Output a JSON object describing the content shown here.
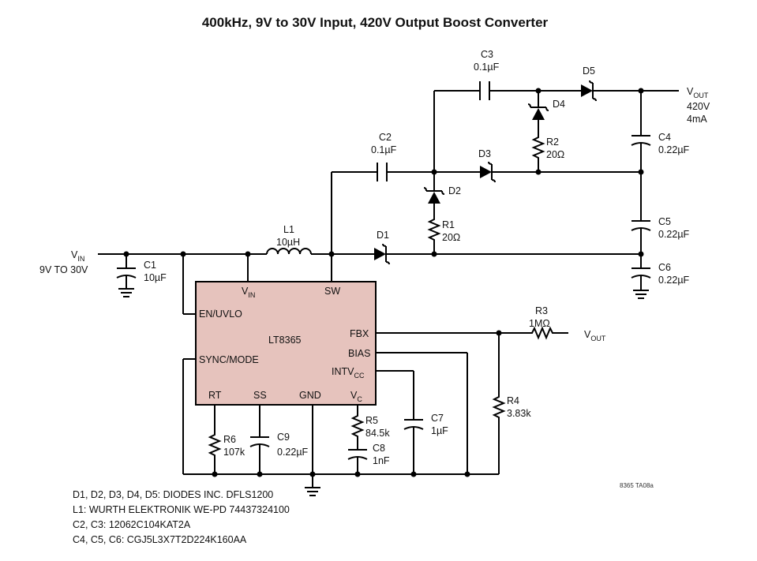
{
  "title": "400kHz, 9V to 30V Input, 420V Output Boost Converter",
  "colors": {
    "ic_fill": "#e6c3bd",
    "wire": "#000000"
  },
  "ic": {
    "name": "LT8365",
    "pins": {
      "vin": "V",
      "vin_sub": "IN",
      "sw": "SW",
      "en": "EN/UVLO",
      "fbx": "FBX",
      "bias": "BIAS",
      "intvcc": "INTV",
      "intvcc_sub": "CC",
      "sync": "SYNC/MODE",
      "rt": "RT",
      "ss": "SS",
      "gnd": "GND",
      "vc": "V",
      "vc_sub": "C"
    }
  },
  "input": {
    "label": "V",
    "label_sub": "IN",
    "range": "9V TO 30V"
  },
  "output": {
    "label": "V",
    "label_sub": "OUT",
    "voltage": "420V",
    "current": "4mA"
  },
  "fb_output": {
    "label": "V",
    "label_sub": "OUT"
  },
  "components": {
    "c1": {
      "name": "C1",
      "value": "10µF"
    },
    "l1": {
      "name": "L1",
      "value": "10µH"
    },
    "d1": {
      "name": "D1"
    },
    "c2": {
      "name": "C2",
      "value": "0.1µF"
    },
    "d2": {
      "name": "D2"
    },
    "r1": {
      "name": "R1",
      "value": "20Ω"
    },
    "d3": {
      "name": "D3"
    },
    "c3": {
      "name": "C3",
      "value": "0.1µF"
    },
    "d4": {
      "name": "D4"
    },
    "r2": {
      "name": "R2",
      "value": "20Ω"
    },
    "d5": {
      "name": "D5"
    },
    "c4": {
      "name": "C4",
      "value": "0.22µF"
    },
    "c5": {
      "name": "C5",
      "value": "0.22µF"
    },
    "c6": {
      "name": "C6",
      "value": "0.22µF"
    },
    "r3": {
      "name": "R3",
      "value": "1MΩ"
    },
    "r4": {
      "name": "R4",
      "value": "3.83k"
    },
    "r5": {
      "name": "R5",
      "value": "84.5k"
    },
    "c8": {
      "name": "C8",
      "value": "1nF"
    },
    "c7": {
      "name": "C7",
      "value": "1µF"
    },
    "r6": {
      "name": "R6",
      "value": "107k"
    },
    "c9": {
      "name": "C9",
      "value": "0.22µF"
    }
  },
  "notes": [
    "D1, D2, D3, D4, D5: DIODES INC. DFLS1200",
    "L1: WURTH ELEKTRONIK WE-PD 74437324100",
    "C2, C3: 12062C104KAT2A",
    "C4, C5, C6: CGJ5L3X7T2D224K160AA"
  ],
  "figure_code": "8365 TA08a"
}
